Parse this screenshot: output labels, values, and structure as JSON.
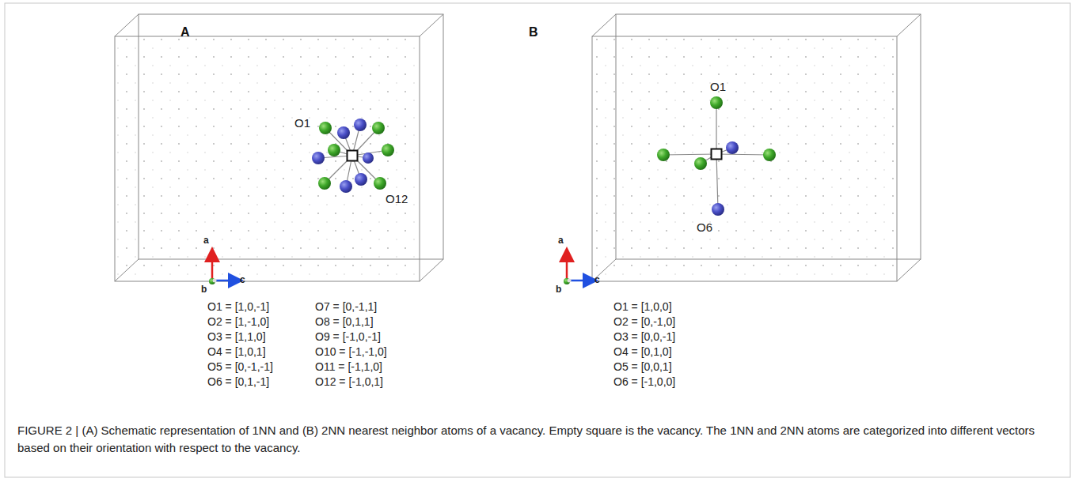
{
  "diagram": {
    "caption": "FIGURE 2 | (A) Schematic representation of 1NN and (B) 2NN nearest neighbor atoms of a vacancy. Empty square is the vacancy. The 1NN and 2NN atoms are categorized into different vectors based on their orientation with respect to the vacancy.",
    "labels": [
      "A",
      "O1",
      "O12",
      "a",
      "b",
      "c",
      "O1 = [1,0,-1]",
      "O2 = [1,-1,0]",
      "O3 = [1,1,0]",
      "O4 = [1,0,1]",
      "O5 = [0,-1,-1]",
      "O6 = [0,1,-1]",
      "O7 = [0,-1,1]",
      "O8 = [0,1,1]",
      "O9 = [-1,0,-1]",
      "O10 = [-1,-1,0]",
      "O11 = [-1,1,0]",
      "O12 = [-1,0,1]",
      "B",
      "O1",
      "O6",
      "a",
      "b",
      "c",
      "O1 = [1,0,0]",
      "O2 = [0,-1,0]",
      "O3 = [0,0,-1]",
      "O4 = [0,1,0]",
      "O5 = [0,0,1]",
      "O6 = [-1,0,0]"
    ]
  }
}
